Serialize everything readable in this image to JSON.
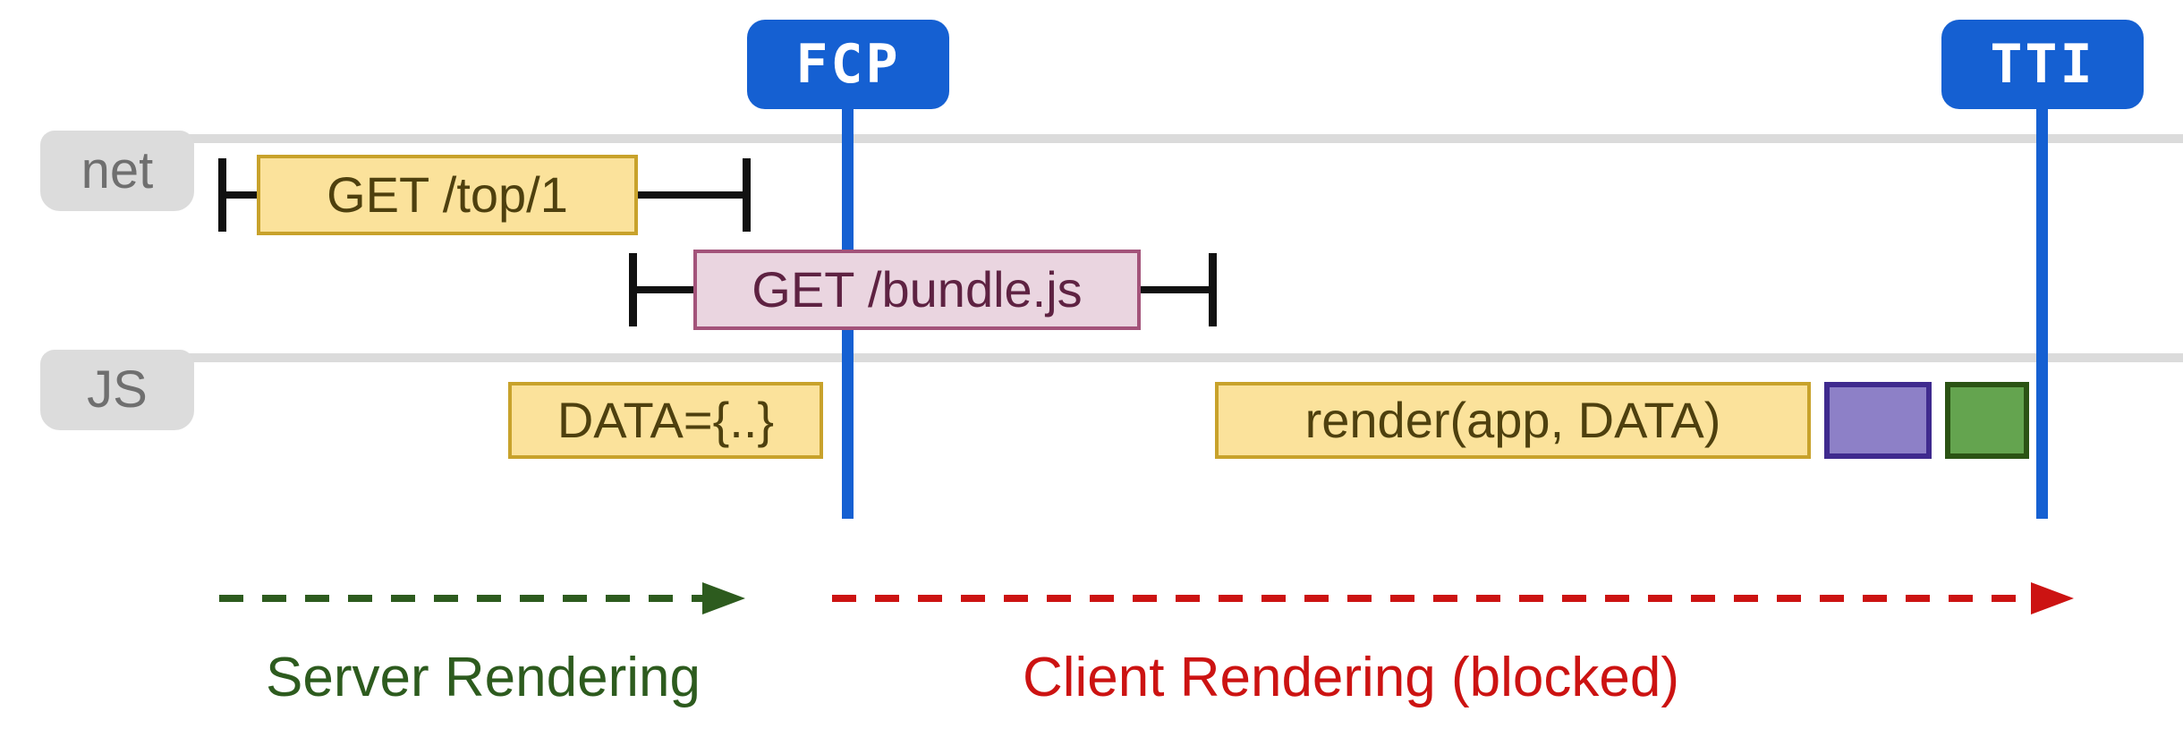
{
  "markers": {
    "fcp": {
      "label": "FCP"
    },
    "tti": {
      "label": "TTI"
    }
  },
  "lanes": {
    "net": {
      "label": "net"
    },
    "js": {
      "label": "JS"
    }
  },
  "net_tasks": [
    {
      "label": "GET /top/1",
      "style": "yellow",
      "has_whiskers": true
    },
    {
      "label": "GET /bundle.js",
      "style": "pink",
      "has_whiskers": true
    }
  ],
  "js_tasks": [
    {
      "label": "DATA={..}",
      "style": "yellow"
    },
    {
      "label": "render(app, DATA)",
      "style": "yellow"
    },
    {
      "label": "",
      "style": "purple"
    },
    {
      "label": "",
      "style": "green"
    }
  ],
  "phases": [
    {
      "label": "Server Rendering",
      "color": "#2D5B1E"
    },
    {
      "label": "Client Rendering (blocked)",
      "color": "#CC1312"
    }
  ],
  "colors": {
    "marker_blue": "#1560D2",
    "lane_gray": "#DBDBDB",
    "label_gray_bg": "#DCDCDC",
    "label_gray_text": "#6F6F6F",
    "task_yellow_bg": "#FBE29B",
    "task_yellow_border": "#C8A22B",
    "task_yellow_text": "#4E400E",
    "task_pink_bg": "#EAD5E0",
    "task_pink_border": "#A3537A",
    "task_pink_text": "#5E2242",
    "task_purple_bg": "#8D80C7",
    "task_purple_border": "#3F2A8E",
    "task_green_bg": "#64A44F",
    "task_green_border": "#2B5314",
    "whisker_black": "#111111",
    "server_green": "#2D5B1E",
    "client_red": "#CC1312"
  }
}
